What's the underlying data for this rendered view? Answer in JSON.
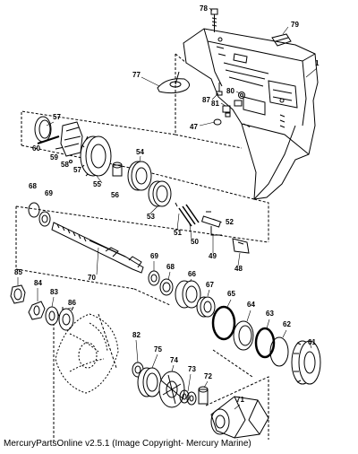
{
  "caption": "MercuryPartsOnline v2.5.1 (Image Copyright- Mercury Marine)",
  "parts": [
    {
      "num": "78"
    },
    {
      "num": "79"
    },
    {
      "num": "1"
    },
    {
      "num": "77"
    },
    {
      "num": "87"
    },
    {
      "num": "80"
    },
    {
      "num": "81"
    },
    {
      "num": "47"
    },
    {
      "num": "57"
    },
    {
      "num": "60"
    },
    {
      "num": "59"
    },
    {
      "num": "58"
    },
    {
      "num": "57"
    },
    {
      "num": "55"
    },
    {
      "num": "56"
    },
    {
      "num": "54"
    },
    {
      "num": "53"
    },
    {
      "num": "52"
    },
    {
      "num": "51"
    },
    {
      "num": "50"
    },
    {
      "num": "49"
    },
    {
      "num": "48"
    },
    {
      "num": "68"
    },
    {
      "num": "69"
    },
    {
      "num": "70"
    },
    {
      "num": "69"
    },
    {
      "num": "68"
    },
    {
      "num": "66"
    },
    {
      "num": "67"
    },
    {
      "num": "65"
    },
    {
      "num": "64"
    },
    {
      "num": "63"
    },
    {
      "num": "62"
    },
    {
      "num": "61"
    },
    {
      "num": "85"
    },
    {
      "num": "84"
    },
    {
      "num": "83"
    },
    {
      "num": "86"
    },
    {
      "num": "82"
    },
    {
      "num": "75"
    },
    {
      "num": "74"
    },
    {
      "num": "73"
    },
    {
      "num": "72"
    },
    {
      "num": "71"
    }
  ],
  "icon_names": [
    "outboard-gearcase-housing",
    "propeller",
    "gear-set",
    "bearings",
    "seals",
    "drive-shaft",
    "propeller-shaft"
  ]
}
